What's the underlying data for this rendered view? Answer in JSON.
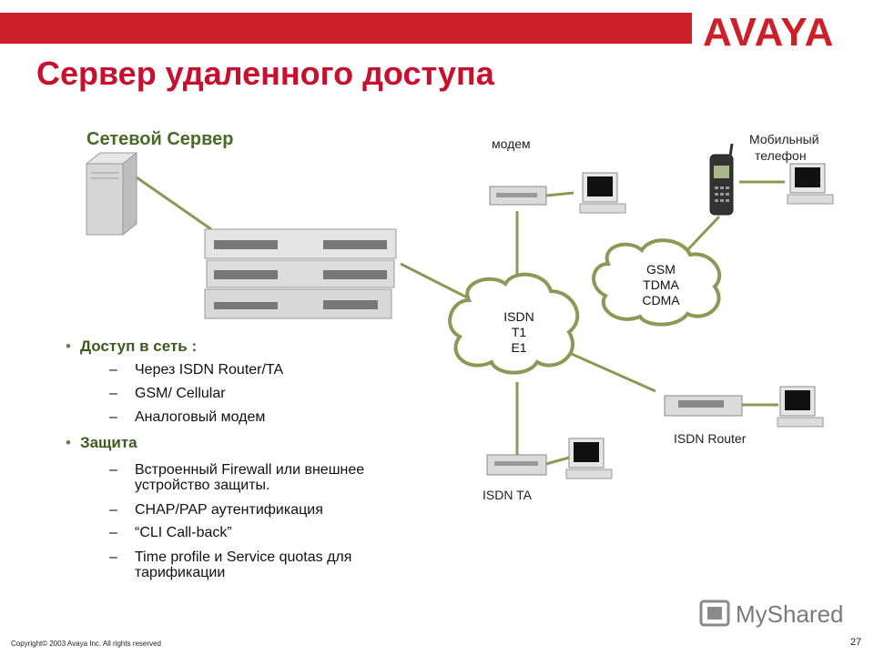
{
  "brand": {
    "logo_text": "AVAYA",
    "accent": "#cc1f28",
    "green": "#4a6a28"
  },
  "title": "Сервер удаленного доступа",
  "subtitle": "Сетевой Сервер",
  "diagram": {
    "modem_label": "модем",
    "mobile_label_1": "Мобильный",
    "mobile_label_2": "телефон",
    "gsm_cloud": [
      "GSM",
      "TDMA",
      "CDMA"
    ],
    "isdn_cloud": [
      "ISDN",
      "T1",
      "E1"
    ],
    "isdn_router_label": "ISDN Router",
    "isdn_ta_label": "ISDN TA"
  },
  "bullets": [
    {
      "label": "Доступ в сеть :",
      "items": [
        "Через ISDN Router/TA",
        "GSM/ Cellular",
        "Аналоговый модем"
      ]
    },
    {
      "label": "Защита",
      "items": [
        "Встроенный Firewall или внешнее устройство защиты.",
        "CHAP/PAP аутентификация",
        "“CLI Call-back”",
        "Time profile и Service quotas для тарификации"
      ]
    }
  ],
  "footer": {
    "copyright": "Copyright© 2003 Avaya Inc. All rights reserved",
    "page_number": "27",
    "watermark": "MyShared"
  }
}
